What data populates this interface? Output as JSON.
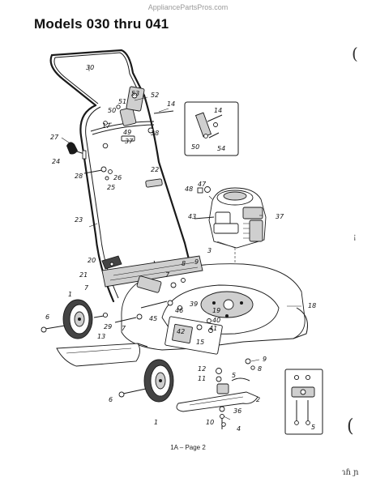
{
  "watermark": "AppliancePartsPros.com",
  "title": "Models 030 thru 041",
  "page_label": "1A – Page 2",
  "margin_marks": [
    "(",
    "(",
    "¡",
    "ɿɦ ɲ"
  ],
  "callouts": {
    "p30": "30",
    "p52": "52",
    "p51": "51",
    "p53": "53",
    "p14a": "14",
    "p50a": "50",
    "p17": "17",
    "p49": "49",
    "p38": "38",
    "p37a": "37",
    "p27": "27",
    "p24": "24",
    "p28": "28",
    "p26": "26",
    "p25": "25",
    "p22": "22",
    "p23": "23",
    "p14b": "14",
    "p50b": "50",
    "p54": "54",
    "p48": "48",
    "p47": "47",
    "p43": "43",
    "p37b": "37",
    "p3": "3",
    "p20": "20",
    "p21": "21",
    "p8a": "8",
    "p9a": "9",
    "p7a": "7",
    "p7b": "7",
    "p1a": "1",
    "p6a": "6",
    "p29": "29",
    "p7c": "7",
    "p45": "45",
    "p46": "46",
    "p39": "39",
    "p19": "19",
    "p40": "40",
    "p41": "41",
    "p42": "42",
    "p15": "15",
    "p18": "18",
    "p13": "13",
    "p9b": "9",
    "p8b": "8",
    "p12": "12",
    "p11": "11",
    "p5a": "5",
    "p2": "2",
    "p6b": "6",
    "p1b": "1",
    "p36": "36",
    "p10": "10",
    "p4": "4",
    "p5b": "5"
  }
}
